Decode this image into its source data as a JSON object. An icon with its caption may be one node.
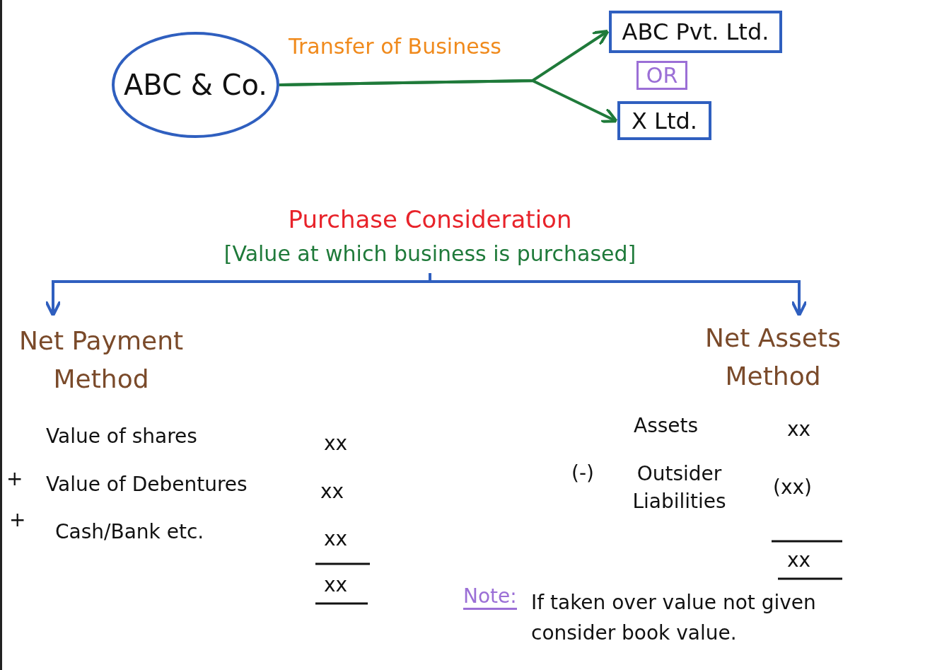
{
  "diagram": {
    "nodes": [
      {
        "text": [
          "ABC & Co."
        ]
      },
      {
        "text": [
          "ABC Pvt. Ltd."
        ]
      },
      {
        "text": [
          "X Ltd."
        ]
      },
      {
        "text": [
          "Purchase Consideration",
          "[Value at which business is purchased]"
        ]
      },
      {
        "text": [
          "Net Payment Method"
        ]
      },
      {
        "text": [
          "Net Assets Method"
        ]
      }
    ],
    "edges": [
      {
        "from": 0,
        "to": 1,
        "arrow": "to",
        "label": "Transfer of Business",
        "color": "#1f7a3a"
      },
      {
        "from": 0,
        "to": 2,
        "arrow": "to",
        "color": "#1f7a3a"
      },
      {
        "from": 3,
        "to": 4,
        "arrow": "to",
        "color": "#2f5fbf"
      },
      {
        "from": 3,
        "to": 5,
        "arrow": "to",
        "color": "#2f5fbf"
      }
    ],
    "labels": [
      "OR",
      "Value of shares",
      "xx",
      "+",
      "Value of Debentures",
      "xx",
      "+",
      "Cash/Bank etc.",
      "xx",
      "xx",
      "Assets",
      "xx",
      "(-)",
      "Outsider Liabilities",
      "(xx)",
      "xx",
      "Note:",
      "If taken over value not given consider book value."
    ]
  }
}
